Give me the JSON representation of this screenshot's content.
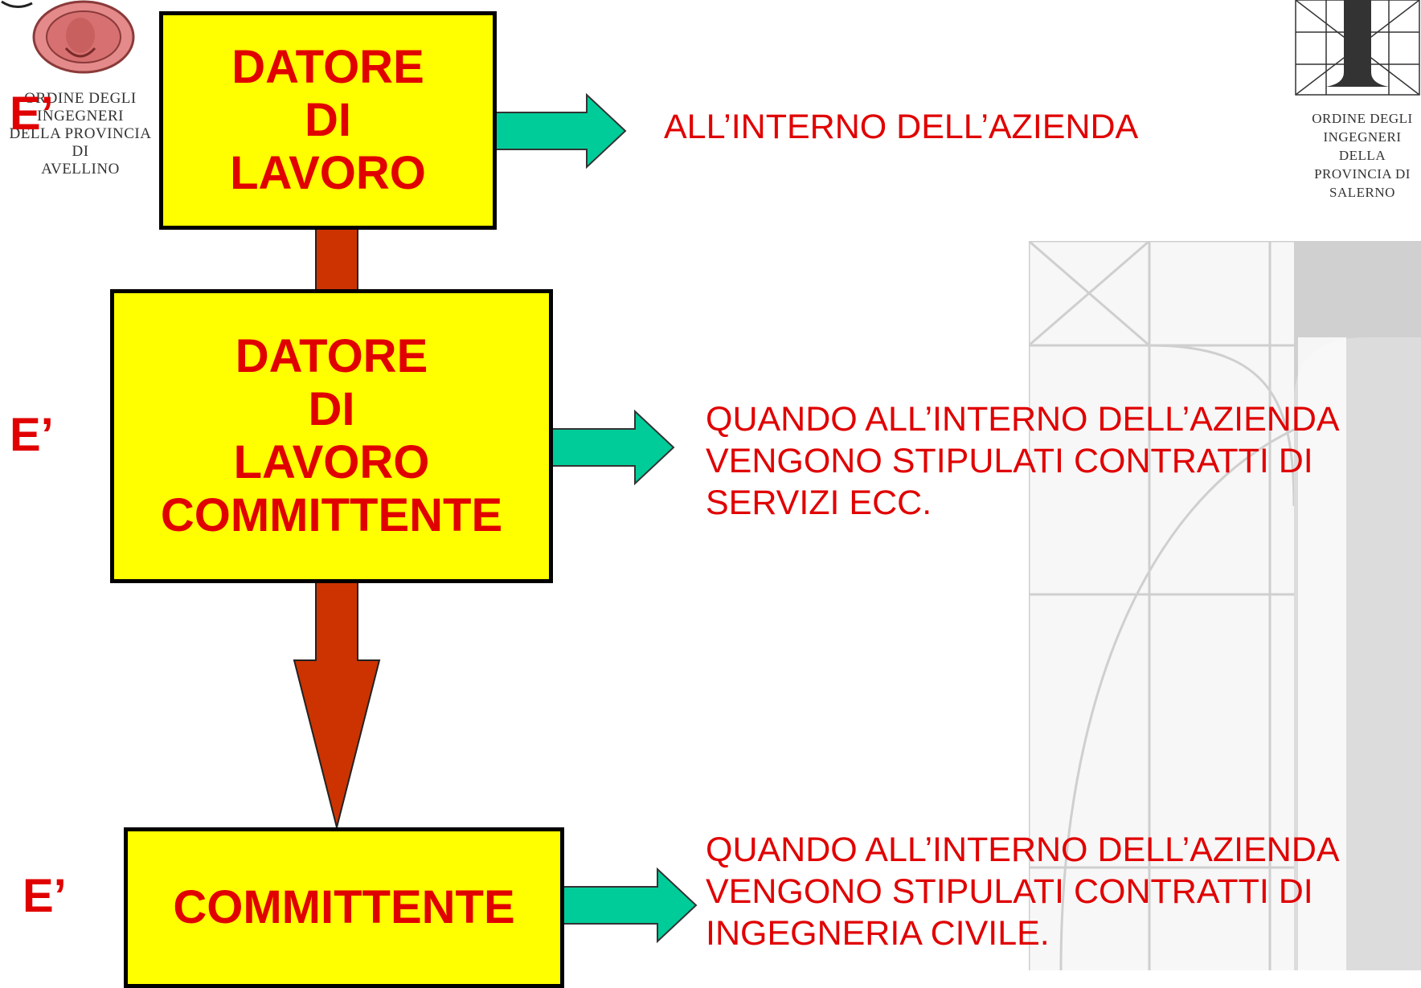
{
  "logos": {
    "left": {
      "name": "Ordine Avellino",
      "lines": [
        "ORDINE DEGLI INGEGNERI",
        "DELLA PROVINCIA DI",
        "AVELLINO"
      ]
    },
    "right": {
      "name": "Ordine Salerno",
      "lines": [
        "ORDINE DEGLI",
        "INGEGNERI",
        "DELLA",
        "PROVINCIA DI",
        "SALERNO"
      ]
    }
  },
  "rows": [
    {
      "prefix": "E’",
      "box_lines": [
        "DATORE",
        "DI",
        "LAVORO"
      ],
      "description_lines": [
        "ALL’INTERNO DELL’AZIENDA"
      ]
    },
    {
      "prefix": "E’",
      "box_lines": [
        "DATORE",
        "DI",
        "LAVORO",
        "COMMITTENTE"
      ],
      "description_lines": [
        "QUANDO ALL’INTERNO DELL’AZIENDA",
        "VENGONO STIPULATI CONTRATTI DI",
        "SERVIZI ECC."
      ]
    },
    {
      "prefix": "E’",
      "box_lines": [
        "COMMITTENTE"
      ],
      "description_lines": [
        "QUANDO ALL’INTERNO DELL’AZIENDA",
        "VENGONO STIPULATI CONTRATTI DI",
        "INGEGNERIA CIVILE."
      ]
    }
  ],
  "colors": {
    "box_fill": "#ffff00",
    "box_border": "#000000",
    "text": "#e00000",
    "side_arrow": "#00cc99",
    "flow_arrow": "#cc3300"
  }
}
